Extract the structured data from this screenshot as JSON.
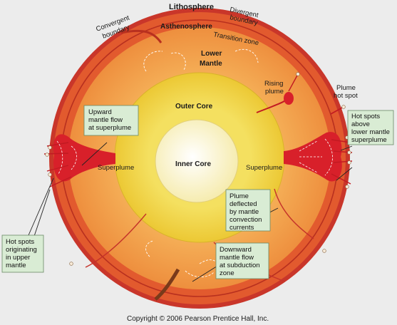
{
  "labels": {
    "lithosphere": "Lithosphere",
    "asthenosphere": "Asthenosphere",
    "transition_zone": "Transition zone",
    "lower_mantle_1": "Lower",
    "lower_mantle_2": "Mantle",
    "outer_core": "Outer Core",
    "inner_core": "Inner Core",
    "superplume_left": "Superplume",
    "superplume_right": "Superplume",
    "rising_plume_1": "Rising",
    "rising_plume_2": "plume",
    "plume_hot_spot_1": "Plume",
    "plume_hot_spot_2": "hot spot",
    "convergent_1": "Convergent",
    "convergent_2": "boundary",
    "divergent_1": "Divergent",
    "divergent_2": "boundary"
  },
  "callouts": {
    "upward_flow": [
      "Upward",
      "mantle flow",
      "at superplume"
    ],
    "hot_spots_lower": [
      "Hot spots",
      "above",
      "lower mantle",
      "superplume"
    ],
    "plume_deflected": [
      "Plume",
      "deflected",
      "by mantle",
      "convection",
      "currents"
    ],
    "downward_flow": [
      "Downward",
      "mantle flow",
      "at subduction",
      "zone"
    ],
    "hot_spots_upper": [
      "Hot spots",
      "originating",
      "in upper",
      "mantle"
    ]
  },
  "copyright": "Copyright © 2006 Pearson Prentice Hall, Inc.",
  "colors": {
    "background": "#ececec",
    "crust": "#d8442a",
    "asthenosphere": "#e8602e",
    "mantle": "#f3a04a",
    "outer_core": "#f2da48",
    "inner_core": "#fbf6c6",
    "plume": "#d8202a",
    "callout_fill": "#d9ecd4"
  }
}
